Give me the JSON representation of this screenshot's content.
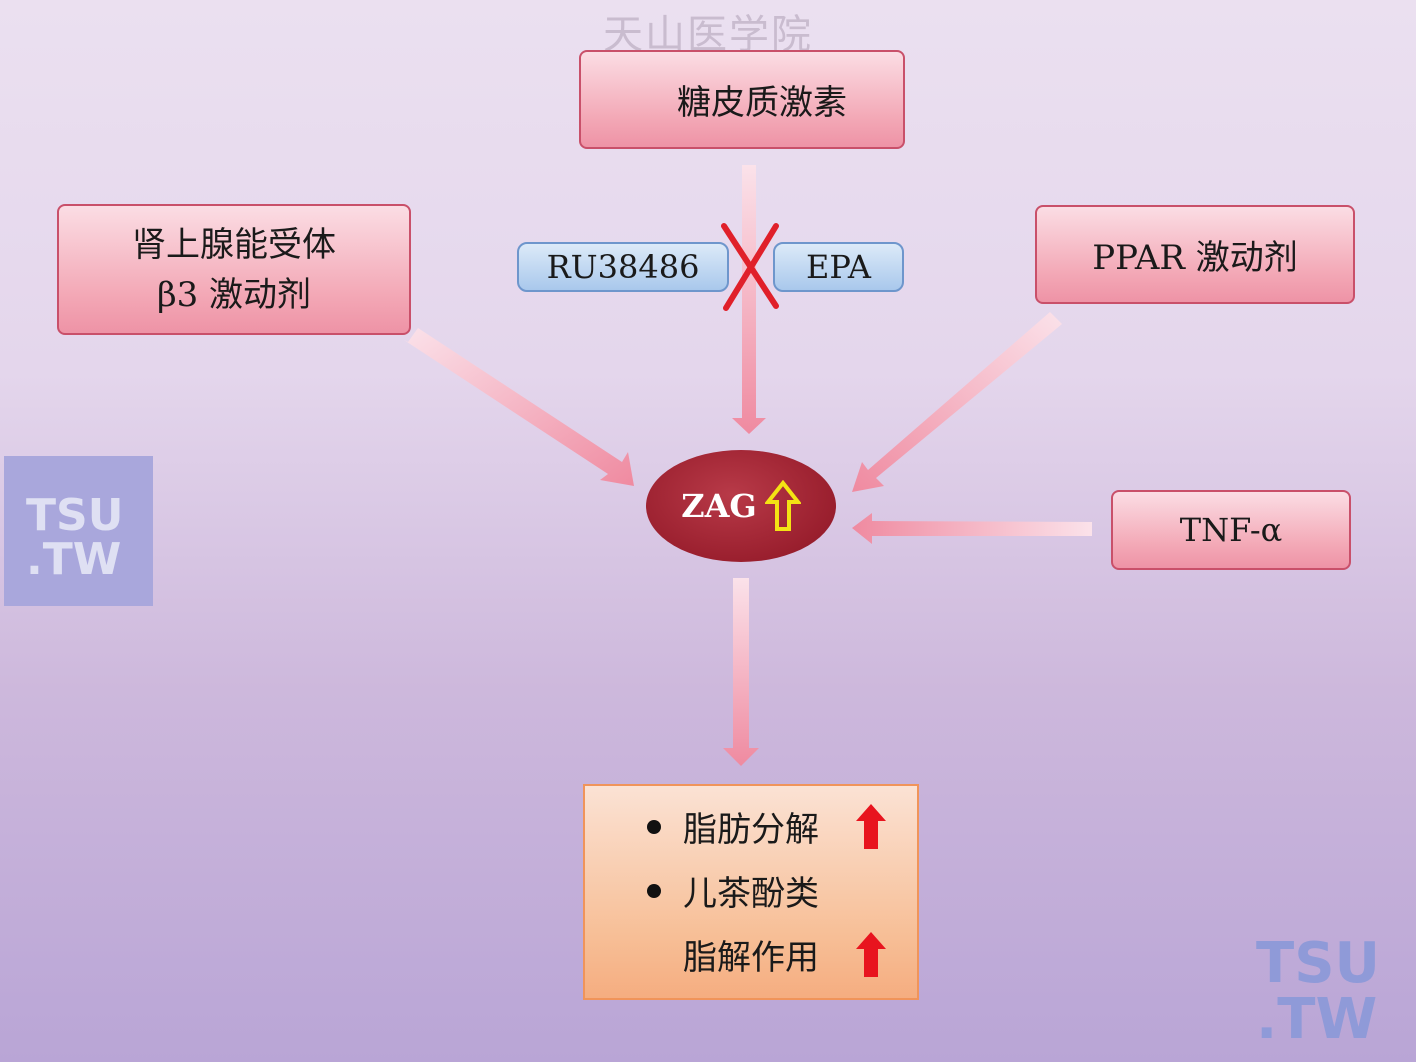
{
  "watermark": {
    "top_text": "天山医学院",
    "logo_line1": "TSU",
    "logo_line2": ".TW"
  },
  "nodes": {
    "glucocorticoid": "糖皮质激素",
    "beta3_line1": "肾上腺能受体",
    "beta3_line2": "β3 激动剂",
    "ppar": "PPAR 激动剂",
    "tnf": "TNF-α",
    "ru38486": "RU38486",
    "epa": "EPA",
    "zag": "ZAG"
  },
  "outcomes": [
    {
      "text": "脂肪分解",
      "bullet": true,
      "up_arrow": true
    },
    {
      "text": "儿茶酚类",
      "bullet": true,
      "up_arrow": false
    },
    {
      "text": "脂解作用",
      "bullet": false,
      "up_arrow": true
    }
  ],
  "colors": {
    "arrow": "#f29aab",
    "inhibit_cross": "#e0202a",
    "up_arrow_red": "#e8141e",
    "zag_up_arrow": "#f4e314"
  }
}
